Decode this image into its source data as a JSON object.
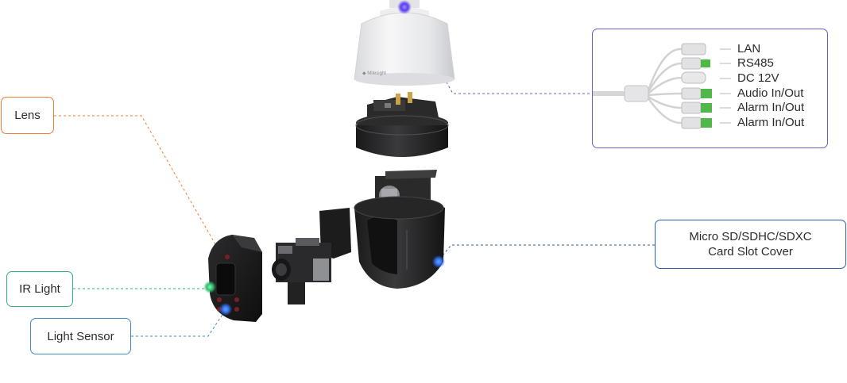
{
  "callouts": {
    "lens": "Lens",
    "ir_light": "IR Light",
    "light_sensor": "Light Sensor",
    "card_slot_line1": "Micro SD/SDHC/SDXC",
    "card_slot_line2": "Card Slot Cover"
  },
  "connectors": [
    "LAN",
    "RS485",
    "DC 12V",
    "Audio In/Out",
    "Alarm In/Out",
    "Alarm In/Out"
  ],
  "colors": {
    "lens": "#ef7d35",
    "ir_light": "#33b27a",
    "light_sensor": "#3e8bc7",
    "card_slot": "#2f5fb0",
    "connector_panel": "#6a5bd0",
    "terminal_green": "#4fb848"
  }
}
